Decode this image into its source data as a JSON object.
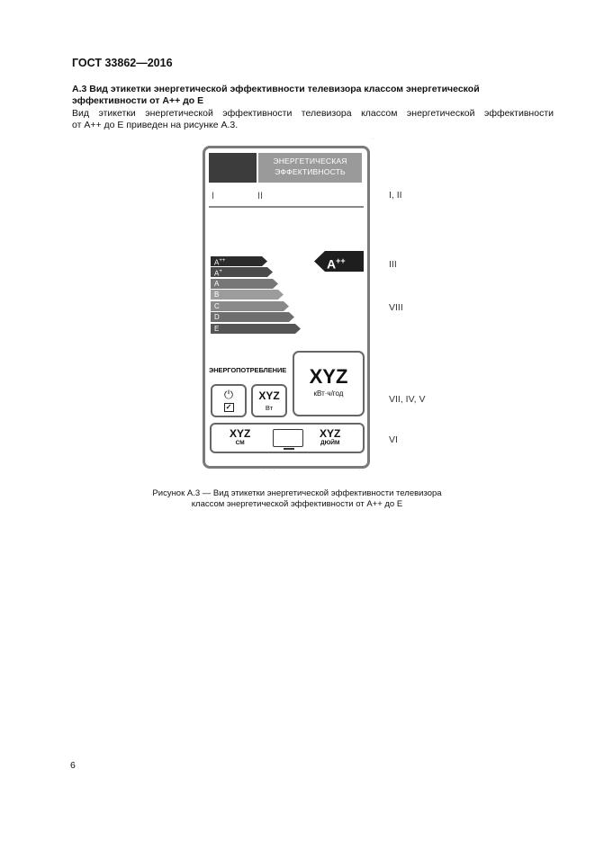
{
  "header": {
    "standard": "ГОСТ 33862—2016"
  },
  "section": {
    "title_line1": "А.3  Вид этикетки энергетической эффективности телевизора классом энергетической",
    "title_line2": "эффективности от А++ до Е",
    "para_line1": "Вид этикетки энергетической эффективности телевизора классом энергетической эффективности",
    "para_line2": "от А++ до Е приведен на рисунке А.3."
  },
  "label": {
    "title_line1": "ЭНЕРГЕТИЧЕСКАЯ",
    "title_line2": "ЭФФЕКТИВНОСТЬ",
    "field_i": "I",
    "field_ii": "II",
    "classes": [
      {
        "main": "A",
        "sup": "++"
      },
      {
        "main": "A",
        "sup": "+"
      },
      {
        "main": "A",
        "sup": ""
      },
      {
        "main": "B",
        "sup": ""
      },
      {
        "main": "C",
        "sup": ""
      },
      {
        "main": "D",
        "sup": ""
      },
      {
        "main": "E",
        "sup": ""
      }
    ],
    "current_class": {
      "main": "A",
      "sup": "++"
    },
    "consumption_label": "ЭНЕРГОПОТРЕБЛЕНИЕ",
    "annual_value": "XYZ",
    "annual_unit": "кВт·ч/год",
    "power_value": "XYZ",
    "power_unit": "Вт",
    "size_cm_value": "XYZ",
    "size_cm_unit": "СМ",
    "size_in_value": "XYZ",
    "size_in_unit": "ДЮЙМ",
    "icons": [
      "power-icon",
      "checkbox-icon",
      "tv-icon"
    ]
  },
  "markers": [
    "I, II",
    "III",
    "VIII",
    "VII, IV, V",
    "VI"
  ],
  "caption": {
    "line1": "Рисунок А.3 — Вид этикетки энергетической эффективности телевизора",
    "line2": "классом энергетической эффективности от А++ до Е"
  },
  "page_number": "6"
}
